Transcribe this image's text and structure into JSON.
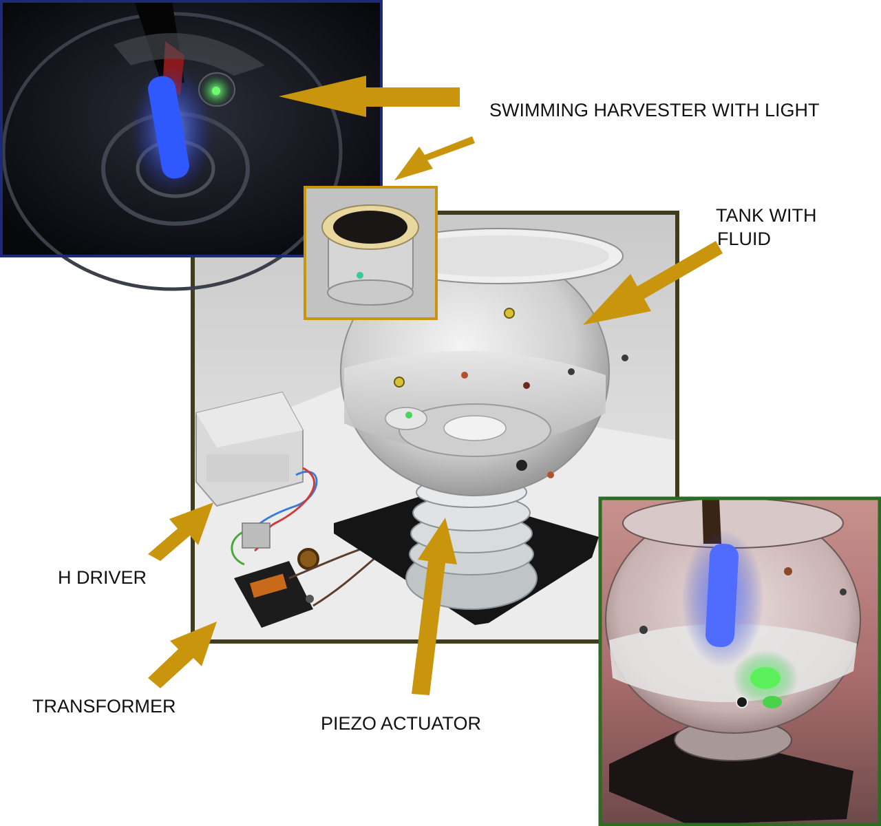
{
  "labels": {
    "swimming_harvester": "SWIMMING HARVESTER WITH LIGHT",
    "tank_line1": "TANK WITH",
    "tank_line2": "FLUID",
    "h_driver": "H DRIVER",
    "transformer": "TRANSFORMER",
    "piezo_actuator": "PIEZO ACTUATOR"
  },
  "colors": {
    "arrow": "#c9950c",
    "frame_top_left": "#1c2a78",
    "frame_main": "#3f3d1c",
    "frame_inset": "#c9950c",
    "frame_bottom_right": "#2e6b22",
    "led_blue": "#3b6cff",
    "led_green": "#39e04a"
  }
}
